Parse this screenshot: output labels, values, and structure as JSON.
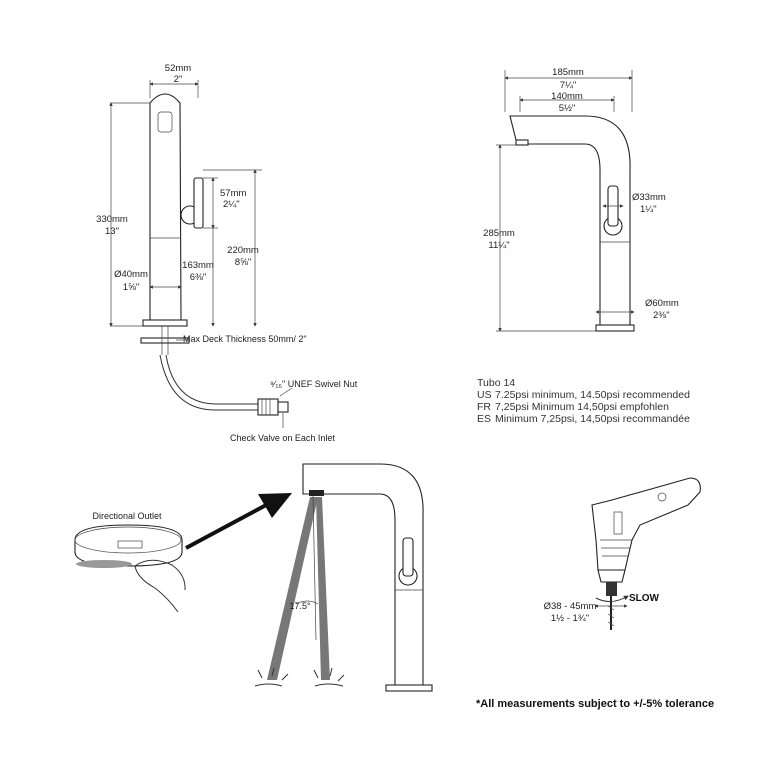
{
  "front_view": {
    "width_mm": "52mm",
    "width_in": "2\"",
    "height_mm": "330mm",
    "height_in": "13\"",
    "handle_mm": "57mm",
    "handle_in": "2¼\"",
    "spout_height_mm": "220mm",
    "spout_height_in": "8⅝\"",
    "handle_height_mm": "163mm",
    "handle_height_in": "6⅜\"",
    "base_dia_mm": "Ø40mm",
    "base_dia_in": "1⅝\"",
    "deck_note": "Max Deck Thickness 50mm/ 2\"",
    "nut_note": "⁹⁄₁₆\" UNEF Swivel Nut",
    "valve_note": "Check Valve on Each Inlet"
  },
  "side_view": {
    "reach_mm": "185mm",
    "reach_in": "7¼\"",
    "spout_reach_mm": "140mm",
    "spout_reach_in": "5½\"",
    "height_mm": "285mm",
    "height_in": "11¼\"",
    "handle_dia_mm": "Ø33mm",
    "handle_dia_in": "1¼\"",
    "base_dia_mm": "Ø60mm",
    "base_dia_in": "2⅜\""
  },
  "specs": {
    "model": "Tubo 14",
    "lines": [
      {
        "code": "US",
        "text": "7.25psi minimum, 14.50psi recommended"
      },
      {
        "code": "FR",
        "text": "7,25psi Minimum 14,50psi empfohlen"
      },
      {
        "code": "ES",
        "text": "Minimum 7,25psi, 14,50psi recommandée"
      }
    ]
  },
  "outlet": {
    "label": "Directional Outlet",
    "angle": "17.5°"
  },
  "drill": {
    "speed": "SLOW",
    "hole_mm": "Ø38 - 45mm",
    "hole_in": "1½ - 1¾\""
  },
  "footnote": "*All measurements subject to +/-5% tolerance"
}
